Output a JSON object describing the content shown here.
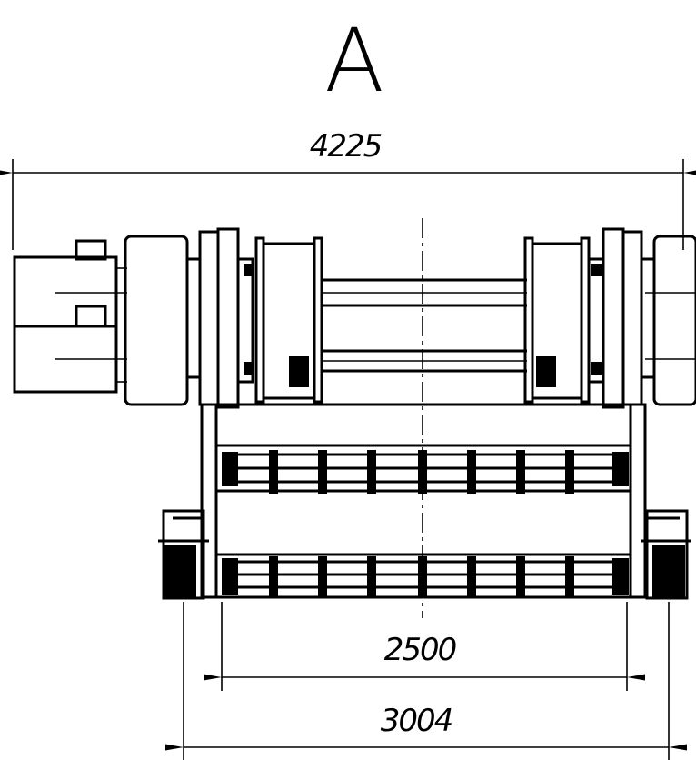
{
  "view": {
    "label": "A"
  },
  "dimensions": {
    "overall_width": "4225",
    "rail_gauge": "2500",
    "wheel_base_span": "3004"
  }
}
